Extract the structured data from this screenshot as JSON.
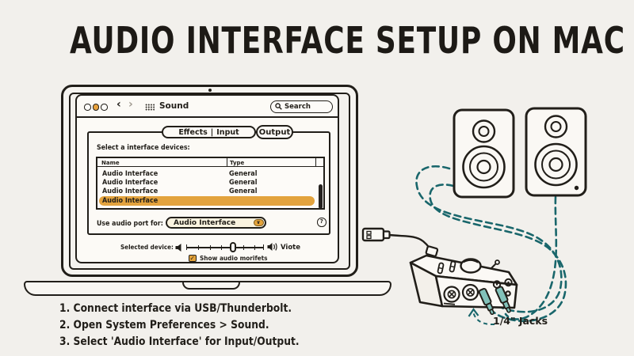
{
  "title": "AUDIO INTERFACE SETUP ON MAC",
  "icons": {
    "back": "‹",
    "forward": "›",
    "dropdown": "∨",
    "check": "✓"
  },
  "sound_window": {
    "app_title": "Sound",
    "search_placeholder": "Search",
    "tabs": {
      "effects": "Effects",
      "separator": "|",
      "input": "Input",
      "output": "Output"
    },
    "select_label": "Select a interface devices:",
    "table": {
      "col_name": "Name",
      "col_type": "Type",
      "rows": [
        {
          "name": "Audio Interface",
          "type": "General"
        },
        {
          "name": "Audio Interface",
          "type": "General"
        },
        {
          "name": "Audio Interface",
          "type": "General"
        },
        {
          "name": "Audio Interface",
          "type": ""
        }
      ]
    },
    "port": {
      "label": "Use audio port for:",
      "value": "Audio Interface",
      "help_label": "?"
    },
    "device": {
      "label": "Selected device:",
      "mute_label": "Viote"
    },
    "checkbox_label": "Show audio morifets"
  },
  "annotation": {
    "jacks_label": "1/4\" Jacks"
  },
  "instructions": {
    "line1": "1. Connect interface via USB/Thunderbolt.",
    "line2": "2. Open System Preferences > Sound.",
    "line3": "3. Select 'Audio Interface' for Input/Output."
  },
  "colors": {
    "accent_orange": "#e4a33b",
    "cable_teal": "#19666b",
    "ink": "#211e19"
  }
}
